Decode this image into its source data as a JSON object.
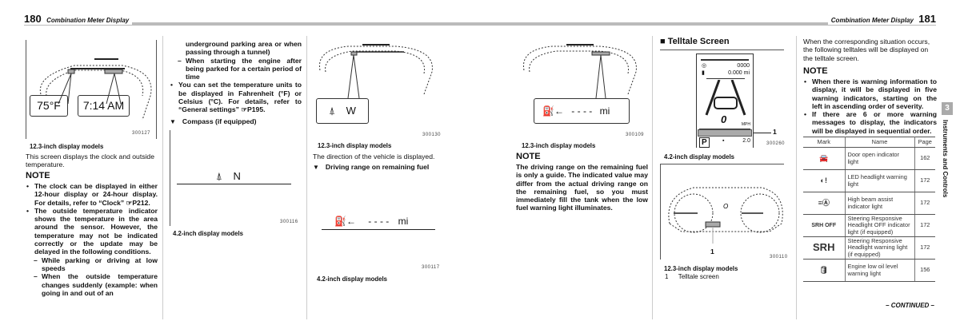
{
  "left_page": {
    "page_number": "180",
    "header_title": "Combination Meter Display",
    "col1": {
      "figure": {
        "temp": "75°F",
        "clock": "7:14 AM",
        "code": "300127"
      },
      "caption": "12.3-inch display models",
      "text": "This screen displays the clock and outside temperature.",
      "note_title": "NOTE",
      "bullets": [
        "The clock can be displayed in either 12-hour display or 24-hour display. For details, refer to “Clock” ☞P212.",
        "The outside temperature indicator shows the temperature in the area around the sensor. However, the temperature may not be indicated correctly or the update may be delayed in the following conditions."
      ],
      "dashes": [
        "While parking or driving at low speeds",
        "When the outside temperature changes suddenly (example: when going in and out of an"
      ]
    },
    "col2": {
      "cont_text": "underground parking area or when passing through a tunnel)",
      "dash": "When starting the engine after being parked for a certain period of time",
      "bullet": "You can set the temperature units to be displayed in Fahrenheit (°F) or Celsius (°C). For details, refer to “General settings” ☞P195.",
      "subheading": "Compass (if equipped)",
      "figure": {
        "direction": "N",
        "code": "300116"
      },
      "caption": "4.2-inch display models"
    },
    "col3": {
      "figure1": {
        "direction": "W",
        "code": "300130"
      },
      "caption1": "12.3-inch display models",
      "text": "The direction of the vehicle is displayed.",
      "subheading": "Driving range on remaining fuel",
      "figure2": {
        "dashes": "- - - -",
        "unit": "mi",
        "code": "300117"
      },
      "caption2": "4.2-inch display models"
    }
  },
  "right_page": {
    "page_number": "181",
    "header_title": "Combination Meter Display",
    "col1": {
      "figure": {
        "dashes": "- - - -",
        "unit": "mi",
        "code": "300109"
      },
      "caption": "12.3-inch display models",
      "note_title": "NOTE",
      "note_text": "The driving range on the remaining fuel is only a guide. The indicated value may differ from the actual driving range on the remaining fuel, so you must immediately fill the tank when the low fuel warning light illuminates."
    },
    "col2": {
      "heading": "Telltale Screen",
      "figure1": {
        "odo": "0000",
        "trip": "0.000",
        "trip_unit": "mi",
        "speed": "0",
        "speed_unit": "MPH",
        "gear": "P",
        "callout": "1",
        "right_info": "2.0",
        "code": "300260"
      },
      "caption1": "4.2-inch display models",
      "figure2": {
        "callout": "1",
        "code": "300110"
      },
      "caption2": "12.3-inch display models",
      "legend_num": "1",
      "legend_text": "Telltale screen"
    },
    "col3": {
      "text": "When the corresponding situation occurs, the following telltales will be displayed on the telltale screen.",
      "note_title": "NOTE",
      "bullets": [
        "When there is warning information to display, it will be displayed in five warning indicators, starting on the left in ascending order of severity.",
        "If there are 6 or more warning messages to display, the indicators will be displayed in sequential order."
      ],
      "table": {
        "headers": [
          "Mark",
          "Name",
          "Page"
        ],
        "rows": [
          {
            "mark": "door-open-icon",
            "name": "Door open indicator light",
            "page": "162"
          },
          {
            "mark": "led-headlight-warning-icon",
            "name": "LED headlight warning light",
            "page": "172"
          },
          {
            "mark": "high-beam-assist-icon",
            "name": "High beam assist indicator light",
            "page": "172"
          },
          {
            "mark": "SRH OFF",
            "name": "Steering Responsive Headlight OFF indicator light (if equipped)",
            "page": "172"
          },
          {
            "mark": "SRH",
            "name": "Steering Responsive Headlight warning light (if equipped)",
            "page": "172"
          },
          {
            "mark": "engine-oil-icon",
            "name": "Engine low oil level warning light",
            "page": "156"
          }
        ]
      },
      "continued": "– CONTINUED –"
    },
    "side_tab": {
      "chapter": "3",
      "label": "Instruments and Controls"
    }
  }
}
